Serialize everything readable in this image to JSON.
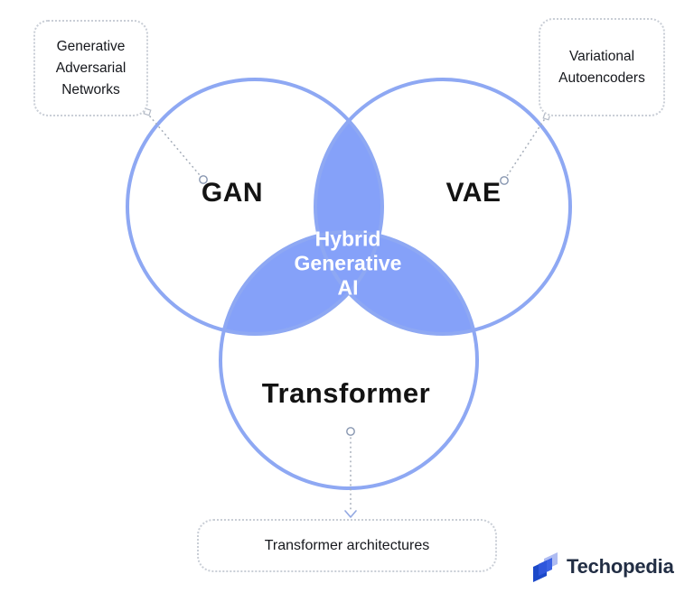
{
  "diagram": {
    "type": "venn-3-circle",
    "circle_labels": {
      "gan": "GAN",
      "vae": "VAE",
      "transformer": "Transformer"
    },
    "center_label": {
      "line1": "Hybrid",
      "line2": "Generative",
      "line3": "AI"
    },
    "callouts": {
      "gan": {
        "line1": "Generative",
        "line2": "Adversarial",
        "line3": "Networks",
        "target": "GAN"
      },
      "vae": {
        "line1": "Variational",
        "line2": "Autoencoders",
        "target": "VAE"
      },
      "transformer": {
        "line1": "Transformer architectures",
        "target": "Transformer"
      }
    },
    "colors": {
      "overlap_fill": "#85A1F9",
      "circle_stroke": "#8EA8F3",
      "callout_border": "#C9CED6",
      "leader_line": "#A6AEBA",
      "leader_dot_stroke": "#8796B0",
      "arrow": "#93A9E2",
      "label_text": "#131313",
      "center_text": "#FFFFFF"
    }
  },
  "branding": {
    "logo_text": "Techopedia",
    "logo_mark": "techopedia-layers-icon",
    "logo_text_color": "#222E44",
    "logo_mark_colors": [
      "#AFBCF2",
      "#3B62E4",
      "#1C49C9"
    ]
  }
}
